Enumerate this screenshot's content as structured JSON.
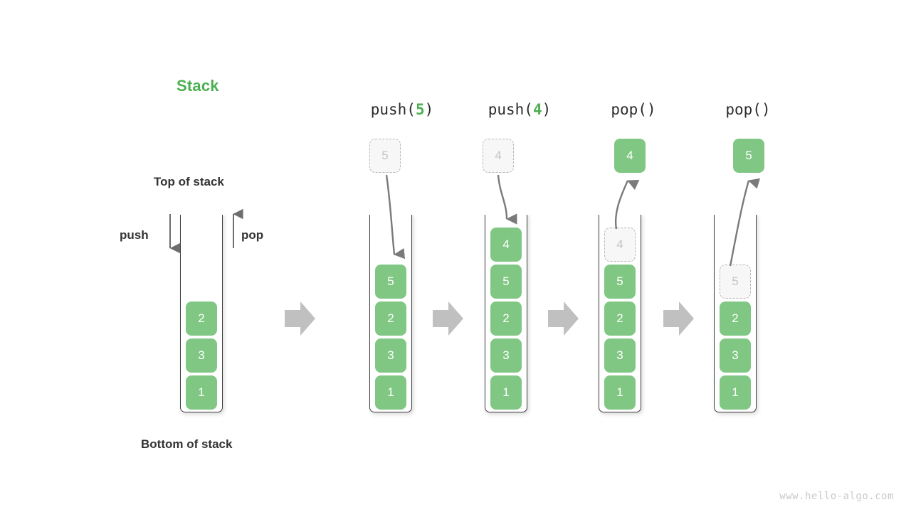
{
  "diagram": {
    "title": "Stack",
    "title_color": "#4caf50",
    "box_color": "#81c784",
    "ghost_fill": "#f7f7f7",
    "ghost_border": "#b8b8b8",
    "arrow_color": "#7a7a7a",
    "transition_arrow_color": "#c0c0c0",
    "labels": {
      "top_of_stack": "Top of stack",
      "bottom_of_stack": "Bottom of stack",
      "push": "push",
      "pop": "pop"
    },
    "watermark": "www.hello-algo.com"
  },
  "columns": [
    {
      "id": "initial",
      "header": null,
      "header_prefix": null,
      "header_arg": null,
      "header_suffix": null,
      "stack": [
        "2",
        "3",
        "1"
      ],
      "ghost_in_stack": null,
      "ghost_above": null,
      "floating_box": null
    },
    {
      "id": "push-5",
      "header_prefix": "push(",
      "header_arg": "5",
      "header_suffix": ")",
      "stack": [
        "5",
        "2",
        "3",
        "1"
      ],
      "ghost_in_stack": null,
      "ghost_above": "5",
      "floating_box": null
    },
    {
      "id": "push-4",
      "header_prefix": "push(",
      "header_arg": "4",
      "header_suffix": ")",
      "stack": [
        "4",
        "5",
        "2",
        "3",
        "1"
      ],
      "ghost_in_stack": null,
      "ghost_above": "4",
      "floating_box": null
    },
    {
      "id": "pop-1",
      "header_prefix": "pop(",
      "header_arg": "",
      "header_suffix": ")",
      "stack": [
        "5",
        "2",
        "3",
        "1"
      ],
      "ghost_in_stack": "4",
      "ghost_above": null,
      "floating_box": "4"
    },
    {
      "id": "pop-2",
      "header_prefix": "pop(",
      "header_arg": "",
      "header_suffix": ")",
      "stack": [
        "2",
        "3",
        "1"
      ],
      "ghost_in_stack": "5",
      "ghost_above": null,
      "floating_box": "5"
    }
  ]
}
